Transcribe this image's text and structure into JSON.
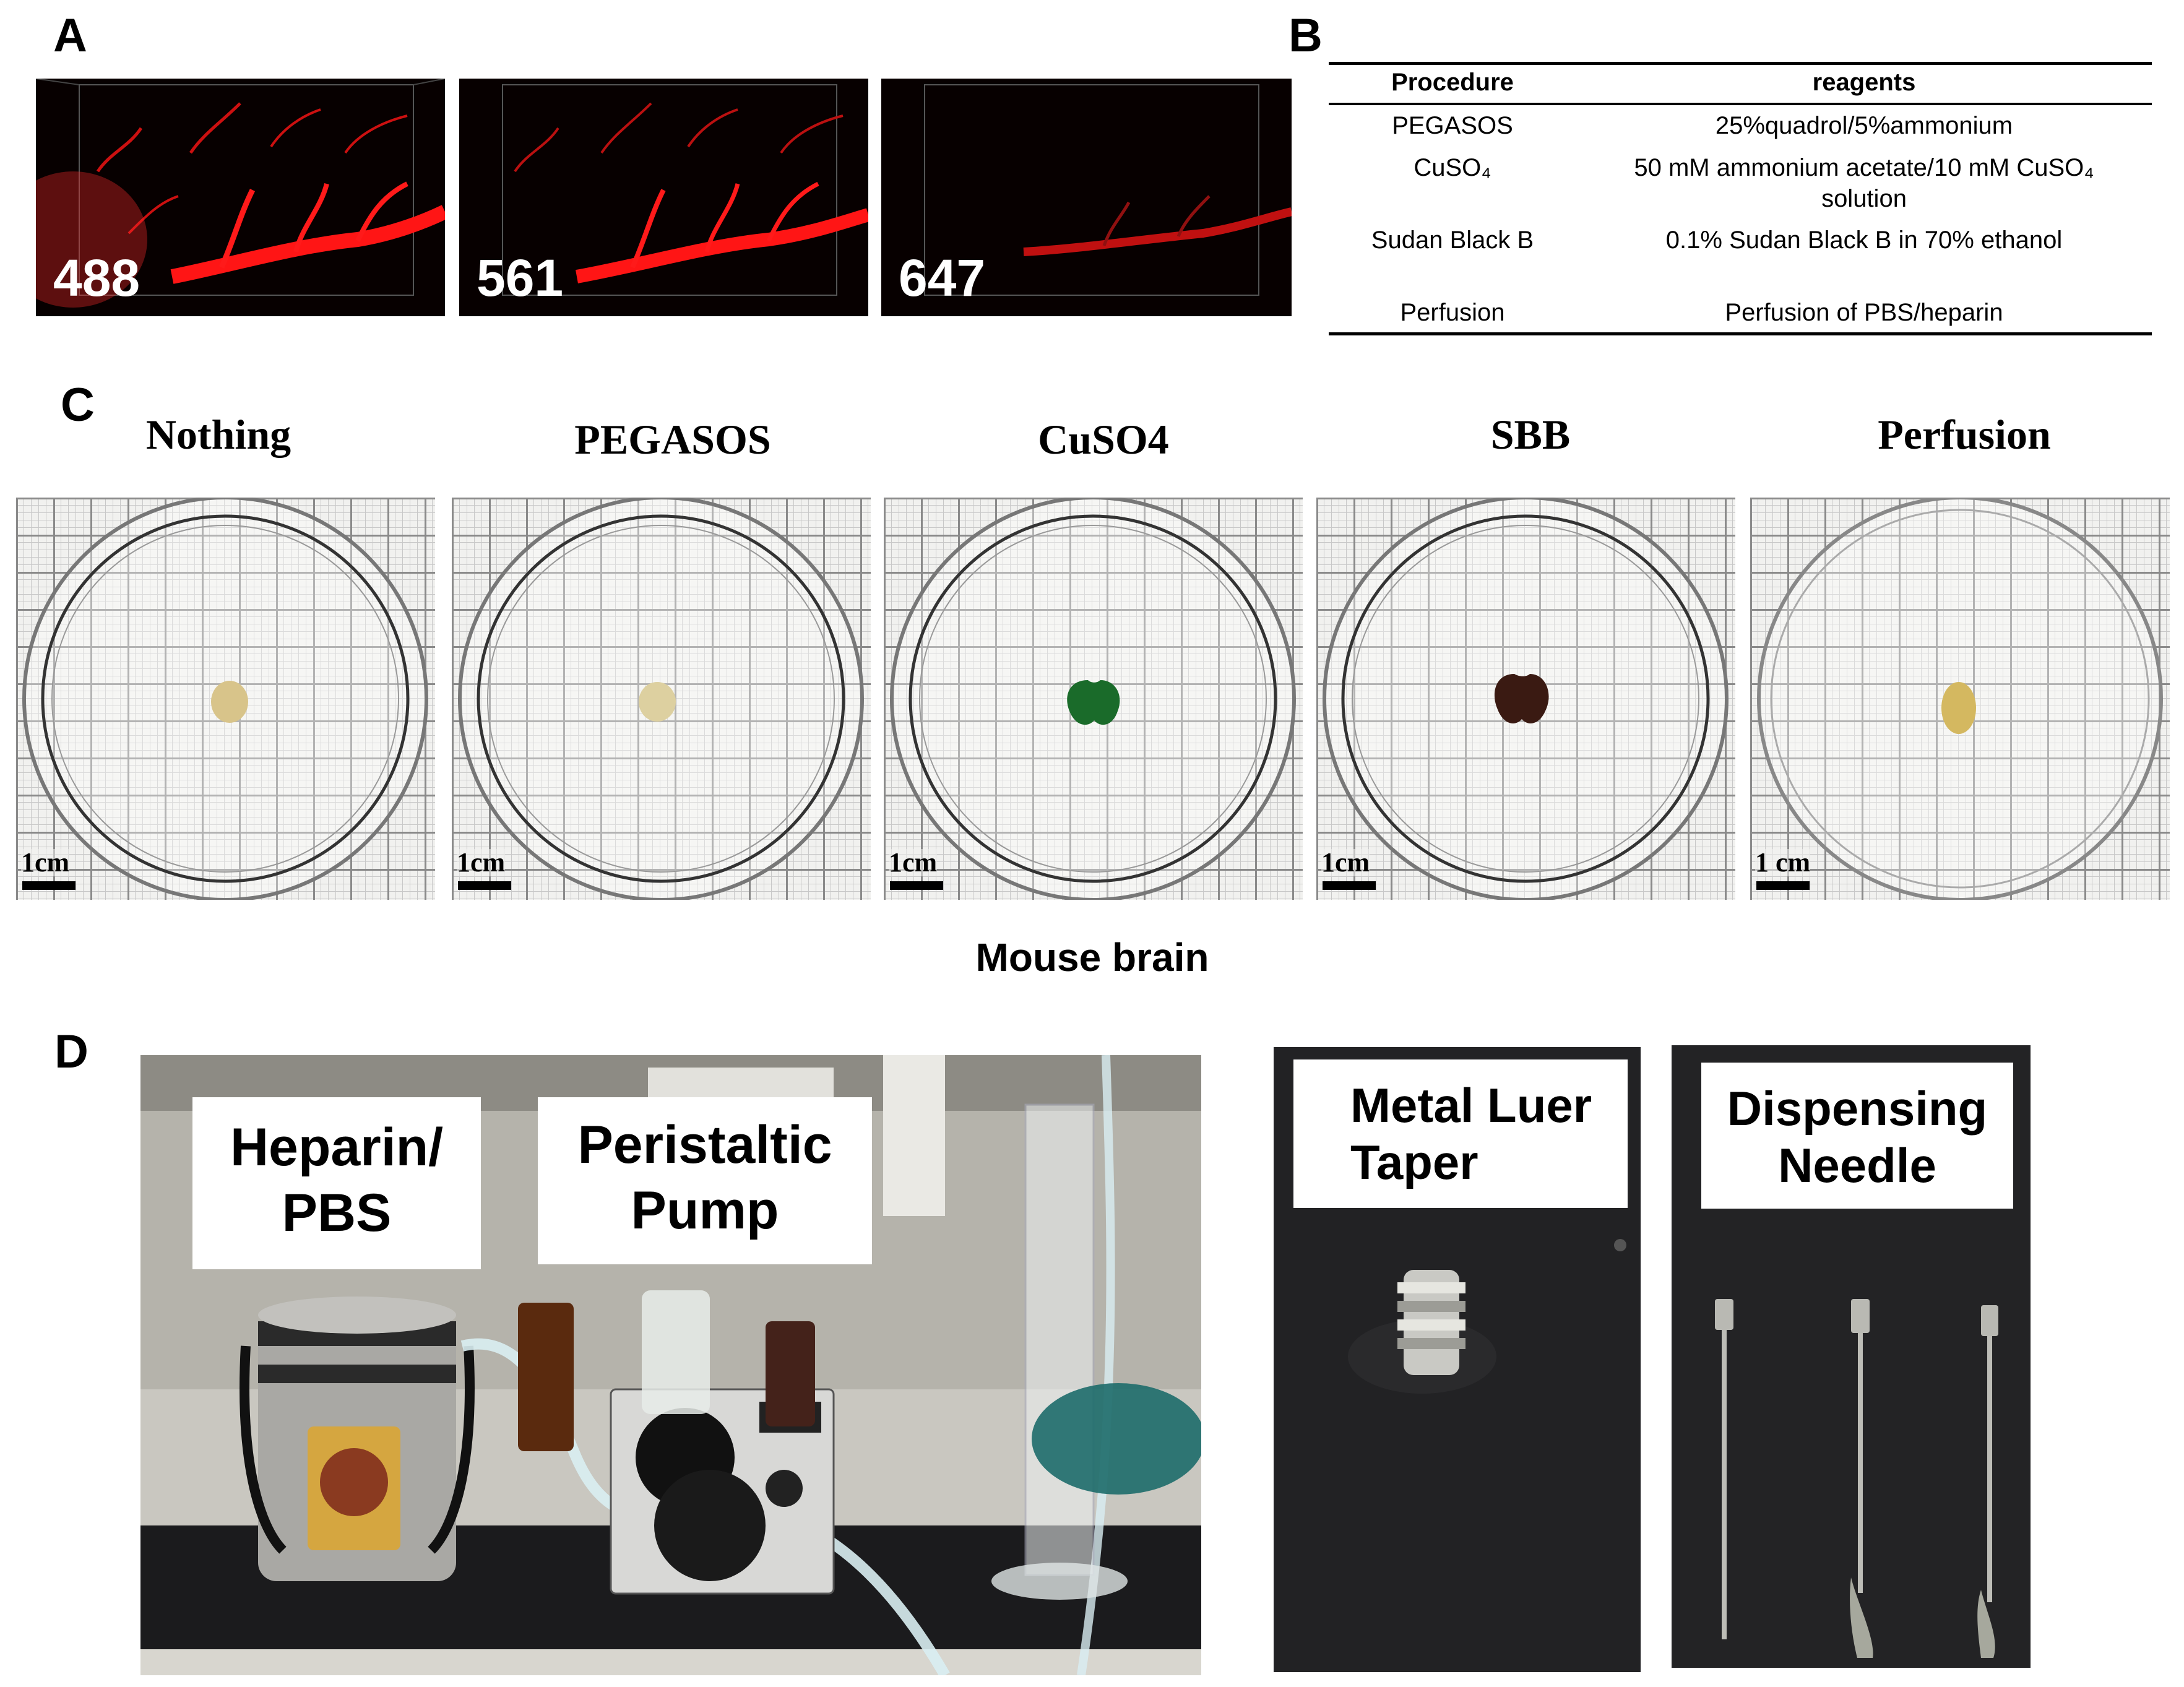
{
  "panels": {
    "a": "A",
    "b": "B",
    "c": "C",
    "d": "D"
  },
  "panel_a": {
    "images": [
      {
        "label": "488"
      },
      {
        "label": "561"
      },
      {
        "label": "647"
      }
    ],
    "colors": {
      "vessel": "#ff1010",
      "background": "#070000"
    }
  },
  "panel_b": {
    "headers": [
      "Procedure",
      "reagents"
    ],
    "rows": [
      {
        "procedure": "PEGASOS",
        "reagent": "25%quadrol/5%ammonium"
      },
      {
        "procedure": "CuSO₄",
        "reagent_line1": "50 mM ammonium acetate/10 mM CuSO₄",
        "reagent_line2": "solution"
      },
      {
        "procedure": "Sudan Black B",
        "reagent": "0.1% Sudan Black B in 70% ethanol"
      },
      {
        "procedure": "Perfusion",
        "reagent": "Perfusion of PBS/heparin"
      }
    ]
  },
  "panel_c": {
    "titles": [
      "Nothing",
      "PEGASOS",
      "CuSO4",
      "SBB",
      "Perfusion"
    ],
    "scale_labels": [
      "1cm",
      "1cm",
      "1cm",
      "1cm",
      "1 cm"
    ],
    "caption": "Mouse brain",
    "sample_colors": [
      "#d8c48a",
      "#ddd0a0",
      "#1a6b2a",
      "#3a1a12",
      "#d4b860"
    ]
  },
  "panel_d": {
    "labels": {
      "heparin_line1": "Heparin/",
      "heparin_line2": "PBS",
      "pump_line1": "Peristaltic",
      "pump_line2": "Pump",
      "luer_line1": "Metal Luer",
      "luer_line2": "Taper",
      "needle_line1": "Dispensing",
      "needle_line2": "Needle"
    }
  }
}
